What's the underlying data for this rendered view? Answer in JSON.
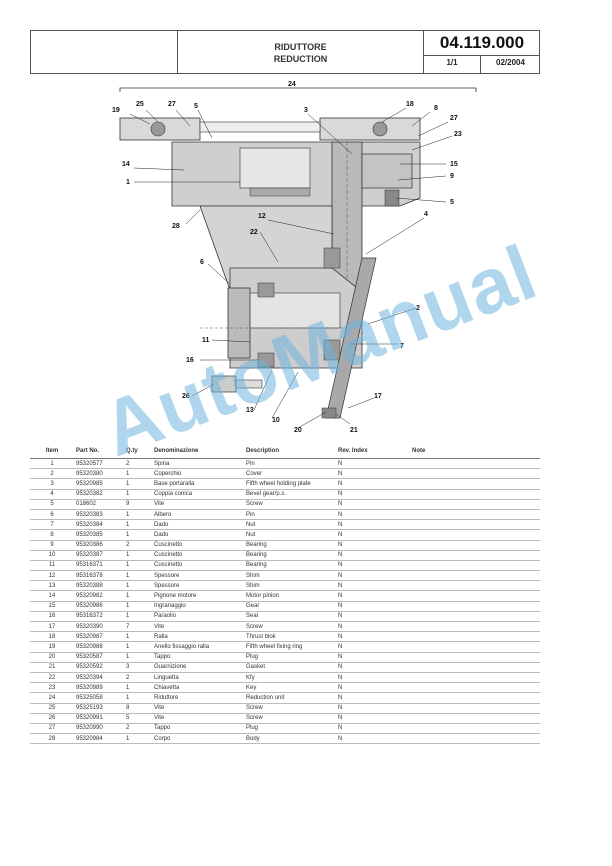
{
  "header": {
    "title_it": "RIDUTTORE",
    "title_en": "REDUCTION",
    "code": "04.119.000",
    "sheet": "1/1",
    "date": "02/2004"
  },
  "watermark": "AutoManual",
  "callouts": [
    "24",
    "19",
    "25",
    "27",
    "5",
    "3",
    "18",
    "8",
    "27",
    "23",
    "14",
    "15",
    "1",
    "9",
    "28",
    "12",
    "5",
    "4",
    "22",
    "6",
    "2",
    "11",
    "7",
    "16",
    "26",
    "17",
    "13",
    "10",
    "20",
    "21"
  ],
  "table": {
    "headers": [
      "Item",
      "Part No.",
      "Q.ty",
      "Denominazione",
      "Description",
      "Rev. Index",
      "Note"
    ],
    "rows": [
      [
        "1",
        "95320577",
        "2",
        "Spina",
        "Pin",
        "N",
        ""
      ],
      [
        "2",
        "95320380",
        "1",
        "Coperchio",
        "Cover",
        "N",
        ""
      ],
      [
        "3",
        "95320985",
        "1",
        "Base portaralla",
        "Fifth wheel holding plate",
        "N",
        ""
      ],
      [
        "4",
        "95320382",
        "1",
        "Coppia conica",
        "Bevel gear/p.s.",
        "N",
        ""
      ],
      [
        "5",
        "018602",
        "9",
        "Vite",
        "Screw",
        "N",
        ""
      ],
      [
        "6",
        "95320383",
        "1",
        "Albero",
        "Pin",
        "N",
        ""
      ],
      [
        "7",
        "95320384",
        "1",
        "Dado",
        "Nut",
        "N",
        ""
      ],
      [
        "8",
        "95320385",
        "1",
        "Dado",
        "Nut",
        "N",
        ""
      ],
      [
        "9",
        "95320386",
        "2",
        "Cuscinetto",
        "Bearing",
        "N",
        ""
      ],
      [
        "10",
        "95320387",
        "1",
        "Cuscinetto",
        "Bearing",
        "N",
        ""
      ],
      [
        "11",
        "95316371",
        "1",
        "Cuscinetto",
        "Bearing",
        "N",
        ""
      ],
      [
        "12",
        "95316378",
        "1",
        "Spessore",
        "Shim",
        "N",
        ""
      ],
      [
        "13",
        "95320388",
        "1",
        "Spessore",
        "Shim",
        "N",
        ""
      ],
      [
        "14",
        "95320982",
        "1",
        "Pignone motore",
        "Motor pinion",
        "N",
        ""
      ],
      [
        "15",
        "95320986",
        "1",
        "Ingranaggio",
        "Gear",
        "N",
        ""
      ],
      [
        "16",
        "95316372",
        "1",
        "Paraolio",
        "Seal",
        "N",
        ""
      ],
      [
        "17",
        "95320390",
        "7",
        "Vite",
        "Screw",
        "N",
        ""
      ],
      [
        "18",
        "95320987",
        "1",
        "Ralla",
        "Thrust blok",
        "N",
        ""
      ],
      [
        "19",
        "95320988",
        "1",
        "Anello fissaggio ralla",
        "Fifth wheel fixing ring",
        "N",
        ""
      ],
      [
        "20",
        "95320587",
        "1",
        "Tappo",
        "Plug",
        "N",
        ""
      ],
      [
        "21",
        "95320592",
        "3",
        "Guarnizione",
        "Gasket",
        "N",
        ""
      ],
      [
        "22",
        "95320394",
        "2",
        "Linguetta",
        "Kfy",
        "N",
        ""
      ],
      [
        "23",
        "95320989",
        "1",
        "Chiavetta",
        "Key",
        "N",
        ""
      ],
      [
        "24",
        "95325058",
        "1",
        "Riduttore",
        "Reduction unit",
        "N",
        ""
      ],
      [
        "25",
        "95325193",
        "8",
        "Vite",
        "Screw",
        "N",
        ""
      ],
      [
        "26",
        "95320991",
        "5",
        "Vite",
        "Screw",
        "N",
        ""
      ],
      [
        "27",
        "95320990",
        "2",
        "Tappo",
        "Plug",
        "N",
        ""
      ],
      [
        "28",
        "95320984",
        "1",
        "Corpo",
        "Body",
        "N",
        ""
      ]
    ]
  }
}
